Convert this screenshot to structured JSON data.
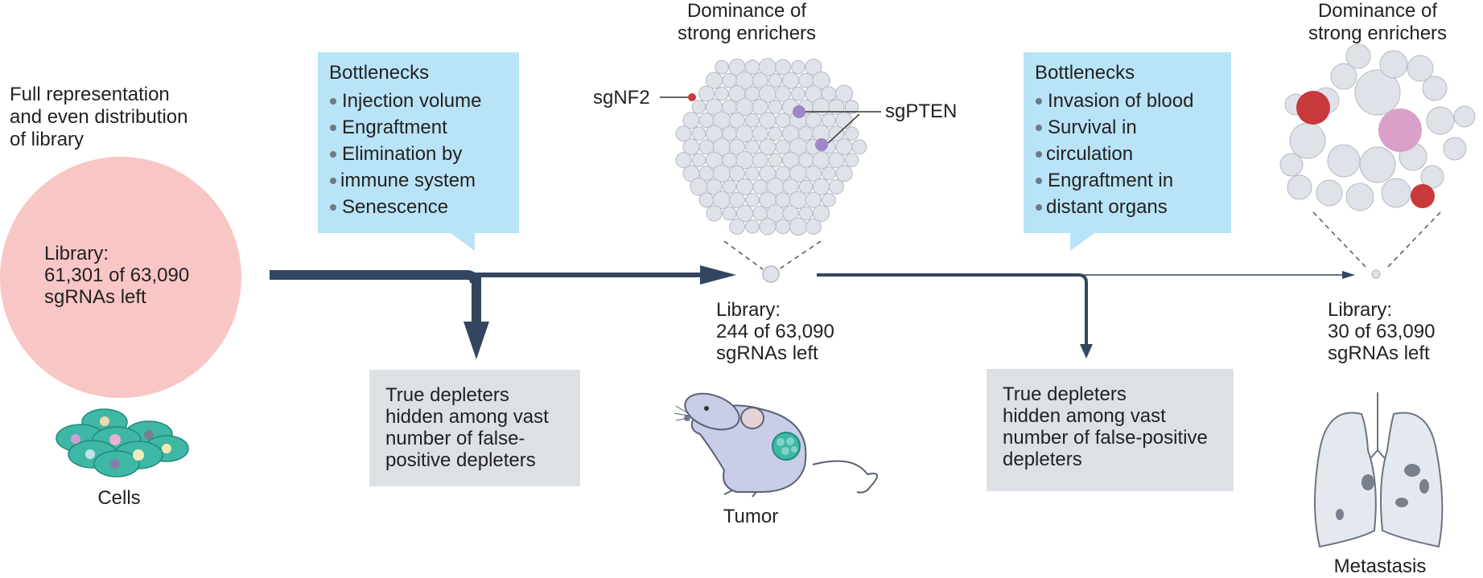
{
  "stage1": {
    "header": [
      "Full representation",
      "and even distribution",
      "of library"
    ],
    "library": [
      "Library:",
      "61,301 of 63,090",
      "sgRNAs left"
    ],
    "cells_label": "Cells"
  },
  "bottleneck1": {
    "title": "Bottlenecks",
    "items": [
      "Injection volume",
      "Engraftment",
      "Elimination by",
      "immune system",
      "Senescence"
    ]
  },
  "depleters1": "True depleters\nhidden among vast\nnumber of false-\npositive depleters",
  "stage2": {
    "dominance": [
      "Dominance of",
      "strong enrichers"
    ],
    "sgnf2_label": "sgNF2",
    "sgpten_label": "sgPTEN",
    "library": [
      "Library:",
      "244 of 63,090",
      "sgRNAs left"
    ],
    "tumor_label": "Tumor"
  },
  "bottleneck2": {
    "title": "Bottlenecks",
    "items": [
      "Invasion of blood",
      "Survival in",
      "circulation",
      "Engraftment in",
      "distant organs"
    ]
  },
  "depleters2": "True depleters\nhidden among vast\nnumber of false-positive\ndepleters",
  "stage3": {
    "dominance": [
      "Dominance of",
      "strong enrichers"
    ],
    "library": [
      "Library:",
      "30 of 63,090",
      "sgRNAs left"
    ],
    "metastasis_label": "Metastasis"
  },
  "colors": {
    "arrow": "#34465f",
    "library_circle": "#f8c6c4",
    "callout": "#b9e3f7",
    "grey_box": "#dde1e6",
    "bubble": "#dfe2e8",
    "bubble_stroke": "#b5bac2",
    "sgnf2": "#c8393c",
    "sgpten": "#9f86c8",
    "metastasis_red": "#c8393c",
    "metastasis_pink": "#d9a0c8",
    "cell": "#3fb7a5"
  }
}
